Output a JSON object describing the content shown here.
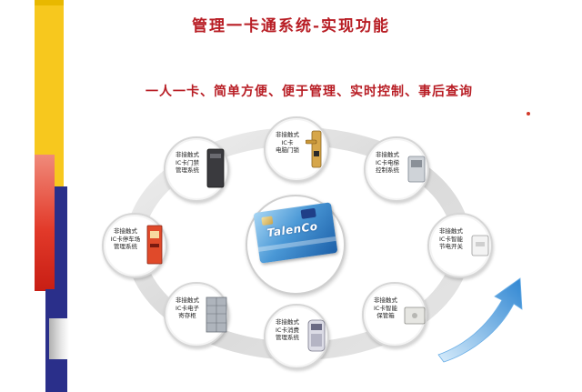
{
  "title": "管理一卡通系统-实现功能",
  "subtitle": "一人一卡、简单方便、便于管理、实时控制、事后查询",
  "center_card": {
    "brand": "TalenCo"
  },
  "nodes": [
    {
      "id": "lock",
      "lines": [
        "非接触式",
        "IC卡",
        "电脑门锁"
      ]
    },
    {
      "id": "elevator",
      "lines": [
        "非接触式",
        "IC卡电梯",
        "控制系统"
      ]
    },
    {
      "id": "power-switch",
      "lines": [
        "非接触式",
        "IC卡智能",
        "节电开关"
      ]
    },
    {
      "id": "safe",
      "lines": [
        "非接触式",
        "IC卡智能",
        "保管箱"
      ]
    },
    {
      "id": "consumption",
      "lines": [
        "非接触式",
        "IC卡消费",
        "管理系统"
      ]
    },
    {
      "id": "locker",
      "lines": [
        "非接触式",
        "IC卡电子",
        "寄存柜"
      ]
    },
    {
      "id": "parking",
      "lines": [
        "非接触式",
        "IC卡停车场",
        "管理系统"
      ]
    },
    {
      "id": "access",
      "lines": [
        "非接触式",
        "IC卡门禁",
        "管理系统"
      ]
    }
  ],
  "colors": {
    "title_red": "#b81d24",
    "bar_yellow": "#f7c81e",
    "bar_red": "#e23a2a",
    "bar_navy": "#2a2f8a",
    "ring_gray": "#dcdcdc",
    "arrow_blue": "#3a8fd6"
  }
}
